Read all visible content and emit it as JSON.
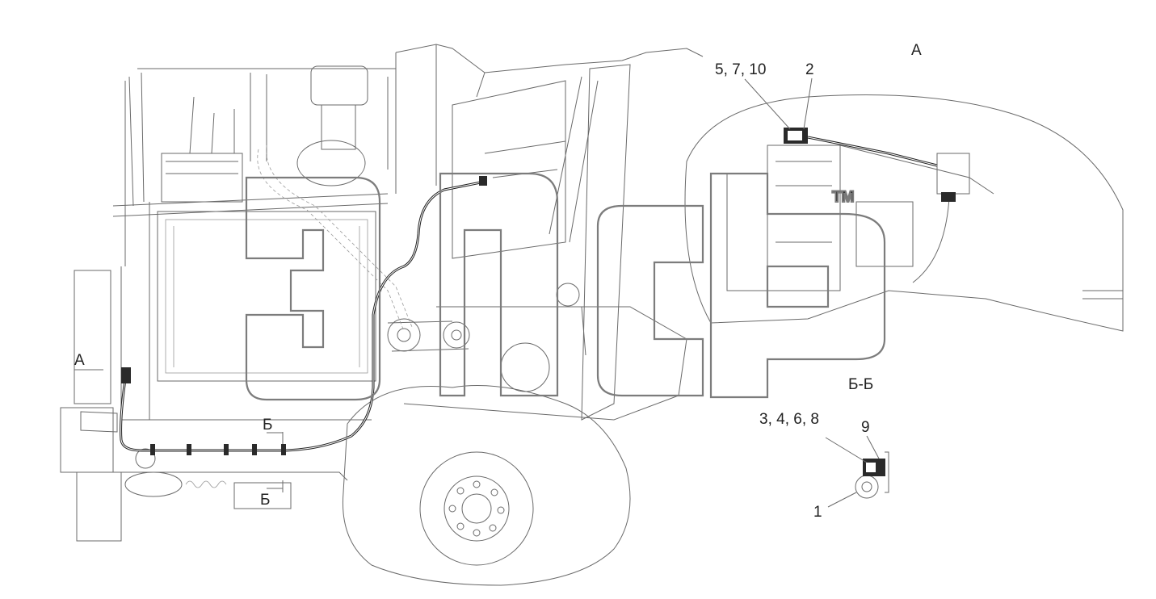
{
  "labels": {
    "view_a_main": "А",
    "view_a_arrow": "А",
    "section_b_top": "Б",
    "section_b_bottom": "Б",
    "section_bb_title": "Б-Б",
    "callout_5_7_10": "5, 7, 10",
    "callout_2": "2",
    "callout_3_4_6_8": "3, 4, 6, 8",
    "callout_9": "9",
    "callout_1": "1",
    "watermark_tm": "TM"
  }
}
